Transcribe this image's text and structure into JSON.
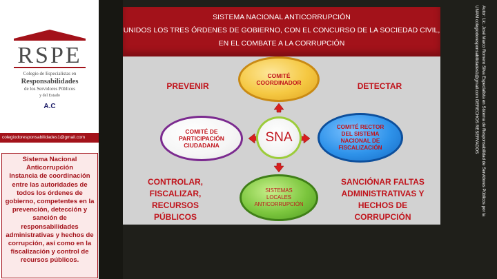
{
  "sidebar": {
    "logo_text": "RSPE",
    "logo_subtitle_1": "Colegio de Especialistas en",
    "logo_subtitle_2": "Responsabilidades",
    "logo_subtitle_3": "de los Servidores Públicos",
    "logo_subtitle_4": "y del Estado",
    "logo_ac": "A.C",
    "email": "colegiodoresponsabilidades1@gmail.com",
    "description_title": "Sistema Nacional Anticorrupción",
    "description_body": "Instancia de coordinación entre las autoridades de todos los órdenes de gobierno, competentes en la prevención, detección y sanción de responsabilidades administrativas y hechos de corrupción, así como en la fiscalización y control de recursos públicos."
  },
  "header": {
    "line1": "SISTEMA NACIONAL ANTICORRUPCIÓN",
    "line2": "UNIDOS LOS TRES ÓRDENES DE GOBIERNO, CON EL CONCURSO DE LA SOCIEDAD CIVIL,",
    "line3": "EN EL COMBATE A LA CORRUPCIÓN"
  },
  "diagram": {
    "center": "SNA",
    "top": "COMITÉ COORDINADOR",
    "left": "COMITÉ DE PARTICIPACIÓN CIUDADANA",
    "right": "COMITÉ RECTOR DEL SISTEMA NACIONAL DE FISCALIZACIÓN",
    "bottom": "SISTEMAS LOCALES ANTICORRUPCIÓN",
    "label_top_left": "PREVENIR",
    "label_top_right": "DETECTAR",
    "label_bottom_left": "CONTROLAR, FISCALIZAR, RECURSOS PÚBLICOS",
    "label_bottom_right": "SANCIÓNAR FALTAS ADMINISTRATIVAS Y HECHOS DE CORRUPCIÓN"
  },
  "credit": {
    "line1": "Autor: Lic. José Marco Romero Silva  Especialista en Sistema de Responsabilidad de Servidores Públicos por la",
    "line2": "UNAM colegiodoresponsabilidades1@gmail.com   DERECHOS RESERVADOS"
  },
  "colors": {
    "accent_red": "#a3121a",
    "label_red": "#c0141c",
    "top_ellipse": "#f5c842",
    "left_ellipse": "#ffffff",
    "right_ellipse": "#1e88e5",
    "bottom_ellipse": "#7cc63e"
  }
}
